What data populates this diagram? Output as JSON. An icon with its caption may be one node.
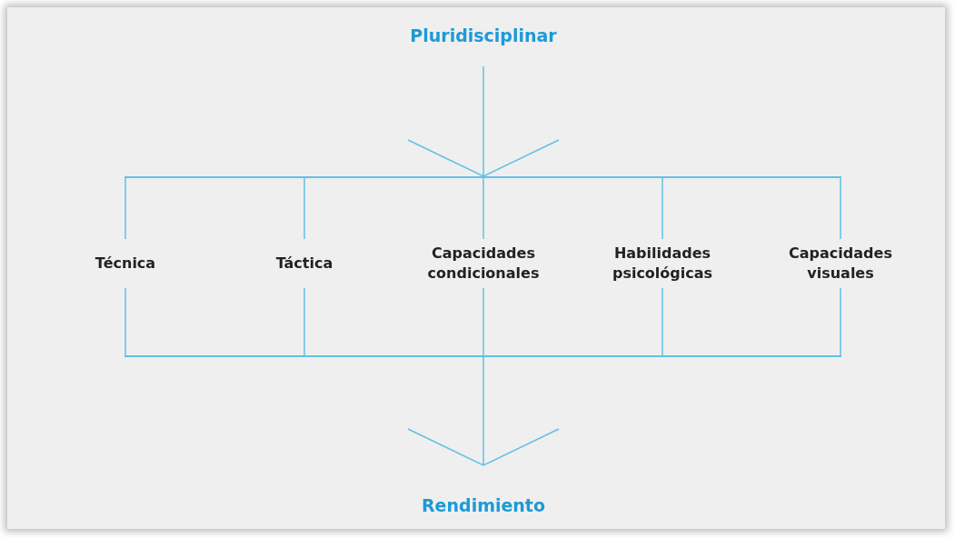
{
  "diagram": {
    "nodes": [
      {
        "text": [
          "Pluridisciplinar"
        ]
      },
      {
        "text": [],
        "shape": "bar"
      },
      {
        "text": [
          "Técnica"
        ]
      },
      {
        "text": [
          "Táctica"
        ]
      },
      {
        "text": [
          "Capacidades condicionales"
        ]
      },
      {
        "text": [
          "Habilidades psicológicas"
        ]
      },
      {
        "text": [
          "Capacidades visuales"
        ]
      },
      {
        "text": [],
        "shape": "bar"
      },
      {
        "text": [
          "Rendimiento"
        ]
      }
    ],
    "edges": [
      {
        "from": 0,
        "to": 1,
        "arrow": "to"
      },
      {
        "from": 1,
        "to": 2,
        "arrow": "none"
      },
      {
        "from": 1,
        "to": 3,
        "arrow": "none"
      },
      {
        "from": 1,
        "to": 4,
        "arrow": "none"
      },
      {
        "from": 1,
        "to": 5,
        "arrow": "none"
      },
      {
        "from": 1,
        "to": 6,
        "arrow": "none"
      },
      {
        "from": 2,
        "to": 7,
        "arrow": "none"
      },
      {
        "from": 3,
        "to": 7,
        "arrow": "none"
      },
      {
        "from": 4,
        "to": 7,
        "arrow": "none"
      },
      {
        "from": 5,
        "to": 7,
        "arrow": "none"
      },
      {
        "from": 6,
        "to": 7,
        "arrow": "none"
      },
      {
        "from": 7,
        "to": 8,
        "arrow": "to"
      }
    ]
  }
}
